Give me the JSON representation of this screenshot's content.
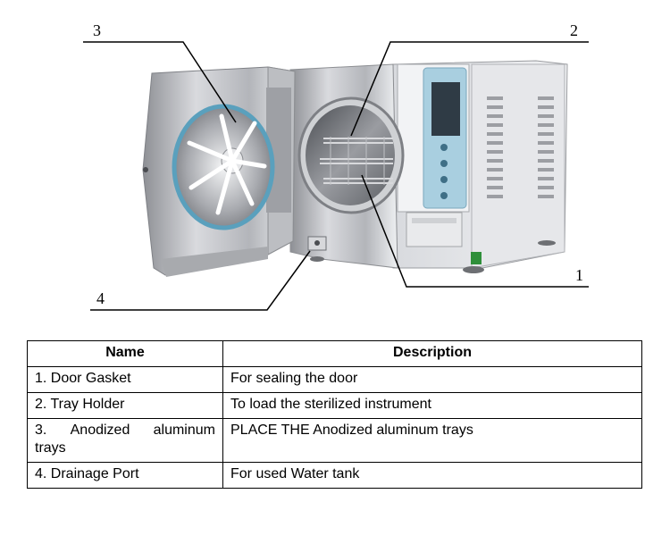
{
  "callouts": [
    "1",
    "2",
    "3",
    "4"
  ],
  "table": {
    "headers": [
      "Name",
      "Description"
    ],
    "rows": [
      {
        "name": "1. Door Gasket",
        "description": "For sealing the door"
      },
      {
        "name": "2. Tray Holder",
        "description": "To load the sterilized instrument"
      },
      {
        "name": "3.  Anodized  aluminum trays",
        "name_line1_words": [
          "3.",
          "Anodized",
          "aluminum"
        ],
        "name_line2": "trays",
        "description": "PLACE THE Anodized aluminum trays"
      },
      {
        "name": "4. Drainage Port",
        "description": "For used Water tank"
      }
    ]
  }
}
